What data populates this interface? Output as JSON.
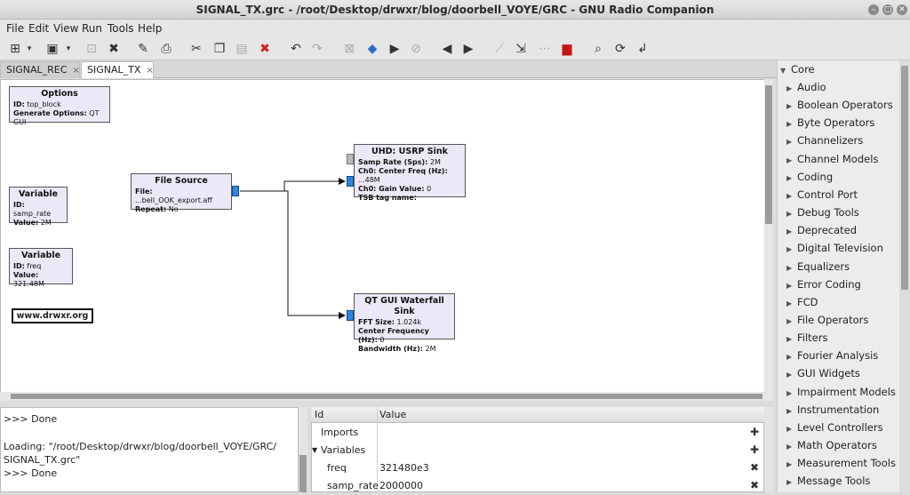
{
  "window": {
    "title": "SIGNAL_TX.grc - /root/Desktop/drwxr/blog/doorbell_VOYE/GRC - GNU Radio Companion"
  },
  "menu": [
    "File",
    "Edit",
    "View",
    "Run",
    "Tools",
    "Help"
  ],
  "toolbar_icons": [
    "new-icon",
    "new-dropdown-icon",
    "open-icon",
    "open-dropdown-icon",
    "save-icon",
    "close-icon",
    "edit-icon",
    "print-icon",
    "cut-icon",
    "copy-icon",
    "paste-icon",
    "delete-icon",
    "undo-icon",
    "redo-icon",
    "errors-icon",
    "generate-icon",
    "run-icon",
    "kill-icon",
    "rotate-ccw-icon",
    "rotate-cw-icon",
    "enable-icon",
    "disable-icon",
    "bypass-icon",
    "flowgraph-icon",
    "find-icon",
    "reload-icon",
    "back-icon"
  ],
  "tabs": [
    {
      "label": "SIGNAL_REC",
      "close": "×",
      "active": false
    },
    {
      "label": "SIGNAL_TX",
      "close": "×",
      "active": true
    }
  ],
  "blocks": {
    "options": {
      "title": "Options",
      "rows": [
        {
          "k": "ID:",
          "v": "top_block"
        },
        {
          "k": "Generate Options:",
          "v": "QT GUI"
        }
      ]
    },
    "var_samp_rate": {
      "title": "Variable",
      "rows": [
        {
          "k": "ID:",
          "v": "samp_rate"
        },
        {
          "k": "Value:",
          "v": "2M"
        }
      ]
    },
    "var_freq": {
      "title": "Variable",
      "rows": [
        {
          "k": "ID:",
          "v": "freq"
        },
        {
          "k": "Value:",
          "v": "321.48M"
        }
      ]
    },
    "file_source": {
      "title": "File Source",
      "rows": [
        {
          "k": "File:",
          "v": "...bell_OOK_export.aff"
        },
        {
          "k": "Repeat:",
          "v": "No"
        }
      ]
    },
    "usrp_sink": {
      "title": "UHD: USRP Sink",
      "rows": [
        {
          "k": "Samp Rate (Sps):",
          "v": "2M"
        },
        {
          "k": "Ch0: Center Freq (Hz):",
          "v": "...48M"
        },
        {
          "k": "Ch0: Gain Value:",
          "v": "0"
        },
        {
          "k": "TSB tag name:",
          "v": ""
        }
      ]
    },
    "waterfall_sink": {
      "title": "QT GUI Waterfall Sink",
      "rows": [
        {
          "k": "FFT Size:",
          "v": "1.024k"
        },
        {
          "k": "Center Frequency (Hz):",
          "v": "0"
        },
        {
          "k": "Bandwidth (Hz):",
          "v": "2M"
        }
      ]
    }
  },
  "note": "www.drwxr.org",
  "console": {
    "lines": [
      ">>> Done",
      "",
      "Loading: \"/root/Desktop/drwxr/blog/doorbell_VOYE/GRC/",
      "SIGNAL_TX.grc\"",
      ">>> Done"
    ]
  },
  "properties": {
    "headers": {
      "id": "Id",
      "value": "Value"
    },
    "rows": [
      {
        "key": "Imports",
        "value": "",
        "action": "✚",
        "expander": ""
      },
      {
        "key": "Variables",
        "value": "",
        "action": "✚",
        "expander": "▼"
      },
      {
        "key": "freq",
        "value": "321480e3",
        "action": "✖",
        "expander": ""
      },
      {
        "key": "samp_rate",
        "value": "2000000",
        "action": "✖",
        "expander": ""
      }
    ]
  },
  "library": {
    "root": "Core",
    "categories": [
      "Audio",
      "Boolean Operators",
      "Byte Operators",
      "Channelizers",
      "Channel Models",
      "Coding",
      "Control Port",
      "Debug Tools",
      "Deprecated",
      "Digital Television",
      "Equalizers",
      "Error Coding",
      "FCD",
      "File Operators",
      "Filters",
      "Fourier Analysis",
      "GUI Widgets",
      "Impairment Models",
      "Instrumentation",
      "Level Controllers",
      "Math Operators",
      "Measurement Tools",
      "Message Tools"
    ]
  },
  "colors": {
    "block_fill": "#ece8f8",
    "port": "#2a86e0",
    "accent_red": "#d42020"
  }
}
